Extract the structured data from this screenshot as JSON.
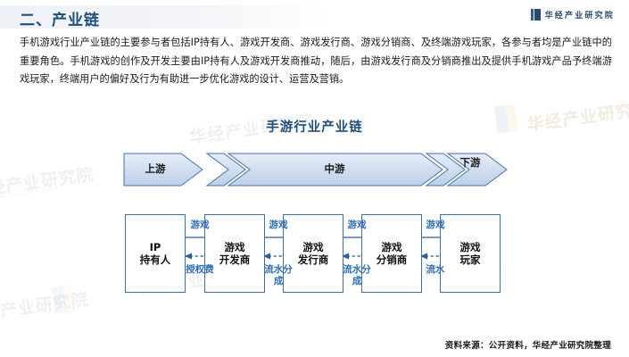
{
  "header": {
    "section_title": "二、产业链",
    "brand_name": "华经产业研究院",
    "brand_icon": "book-mark-icon"
  },
  "body": {
    "paragraph": "手机游戏行业产业链的主要参与者包括IP持有人、游戏开发商、游戏发行商、游戏分销商、及终端游戏玩家，各参与者均是产业链中的重要角色。手机游戏的创作及开发主要由IP持有人及游戏开发商推动，随后，由游戏发行商及分销商推出及提供手机游戏产品予终端游戏玩家，终端用户的偏好及行为有助进一步优化游戏的设计、运营及营销。"
  },
  "figure": {
    "title": "手游行业产业链",
    "source": "资料来源：公开资料，华经产业研究院整理",
    "watermark_text": "华经产业研究院",
    "colors": {
      "accent": "#1f4e79",
      "chevron_fill": "#ccd9ec",
      "chevron_stroke": "#4573ab",
      "box_stroke": "#3f6fa8",
      "label_blue": "#2f6fb5",
      "band_bg": "#eef1f5"
    }
  },
  "chart_data": {
    "type": "diagram",
    "title": "手游行业产业链",
    "stages": [
      {
        "label": "上游",
        "width_ratio": 0.22
      },
      {
        "label": "中游",
        "width_ratio": 0.56
      },
      {
        "label": "下游",
        "width_ratio": 0.22
      }
    ],
    "nodes": [
      {
        "id": "ip",
        "lines": [
          "IP",
          "持有人"
        ]
      },
      {
        "id": "developer",
        "lines": [
          "游戏",
          "开发商"
        ]
      },
      {
        "id": "publisher",
        "lines": [
          "游戏",
          "发行商"
        ]
      },
      {
        "id": "distributor",
        "lines": [
          "游戏",
          "分销商"
        ]
      },
      {
        "id": "player",
        "lines": [
          "游戏",
          "玩家"
        ]
      }
    ],
    "links": [
      {
        "from": "ip",
        "to": "developer",
        "forward_label": "游戏",
        "backward_label": "授权费"
      },
      {
        "from": "developer",
        "to": "publisher",
        "forward_label": "游戏",
        "backward_label": "流水分成"
      },
      {
        "from": "publisher",
        "to": "distributor",
        "forward_label": "游戏",
        "backward_label": "流水分成"
      },
      {
        "from": "distributor",
        "to": "player",
        "forward_label": "游戏",
        "backward_label": "流水"
      }
    ],
    "forward_arrow_style": "solid",
    "backward_arrow_style": "dashed"
  }
}
